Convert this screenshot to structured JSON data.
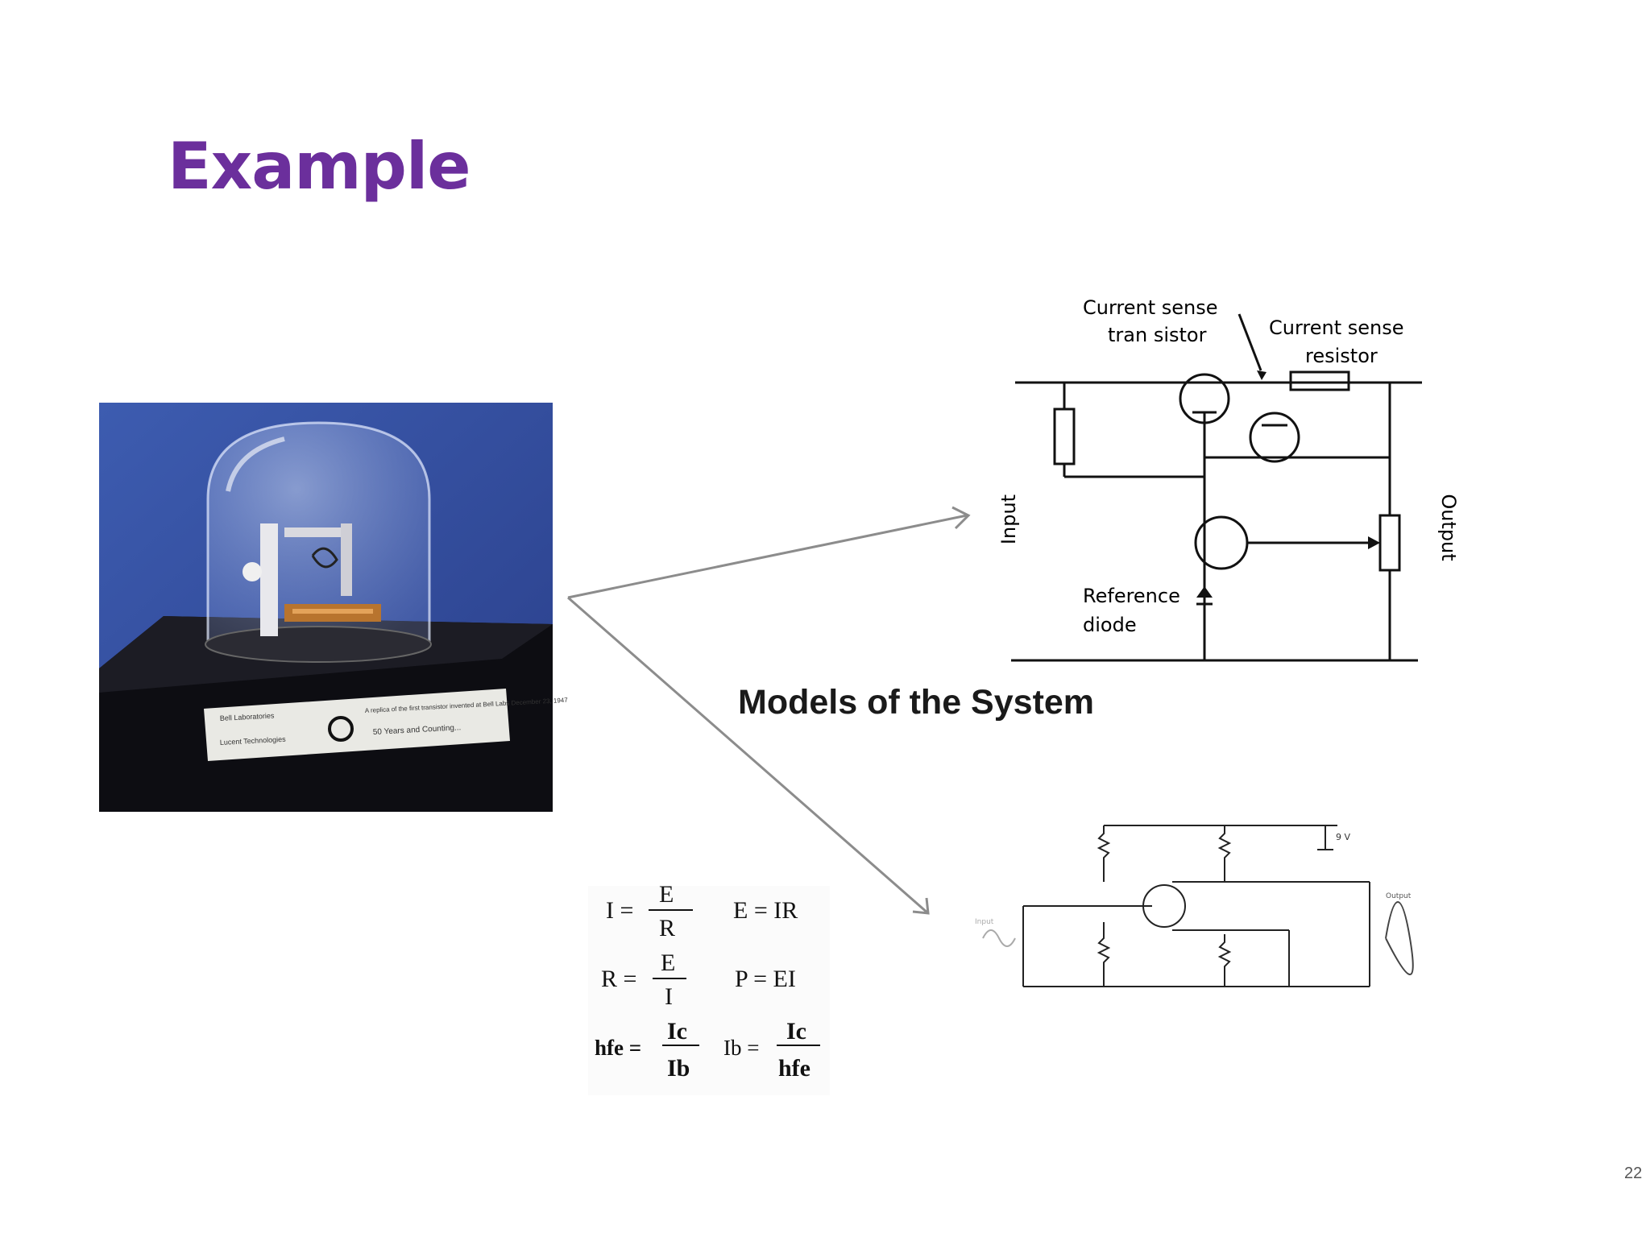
{
  "slide": {
    "title": "Example",
    "caption": "Models of the System",
    "page_number": "22"
  },
  "photo": {
    "plaque_left_top": "Bell Laboratories",
    "plaque_left_bottom": "Lucent Technologies",
    "plaque_right_top": "A replica of the first transistor invented at Bell Labs December 23, 1947",
    "plaque_right_bottom": "50 Years and Counting..."
  },
  "regulator_circuit": {
    "label_sense_transistor_1": "Current sense",
    "label_sense_transistor_2": "tran sistor",
    "label_sense_resistor_1": "Current sense",
    "label_sense_resistor_2": "resistor",
    "label_input": "Input",
    "label_output": "Output",
    "label_reference_1": "Reference",
    "label_reference_2": "diode"
  },
  "amplifier_circuit": {
    "supply": "9 V",
    "label_input": "Input",
    "label_output": "Output"
  },
  "equations": {
    "ohm_i_lhs": "I =",
    "ohm_i_num": "E",
    "ohm_i_den": "R",
    "ohm_e": "E = IR",
    "ohm_r_lhs": "R =",
    "ohm_r_num": "E",
    "ohm_r_den": "I",
    "power": "P = EI",
    "hfe_lhs": "hfe =",
    "hfe_num": "Ic",
    "hfe_den": "Ib",
    "ib_lhs": "Ib =",
    "ib_num": "Ic",
    "ib_den": "hfe"
  }
}
